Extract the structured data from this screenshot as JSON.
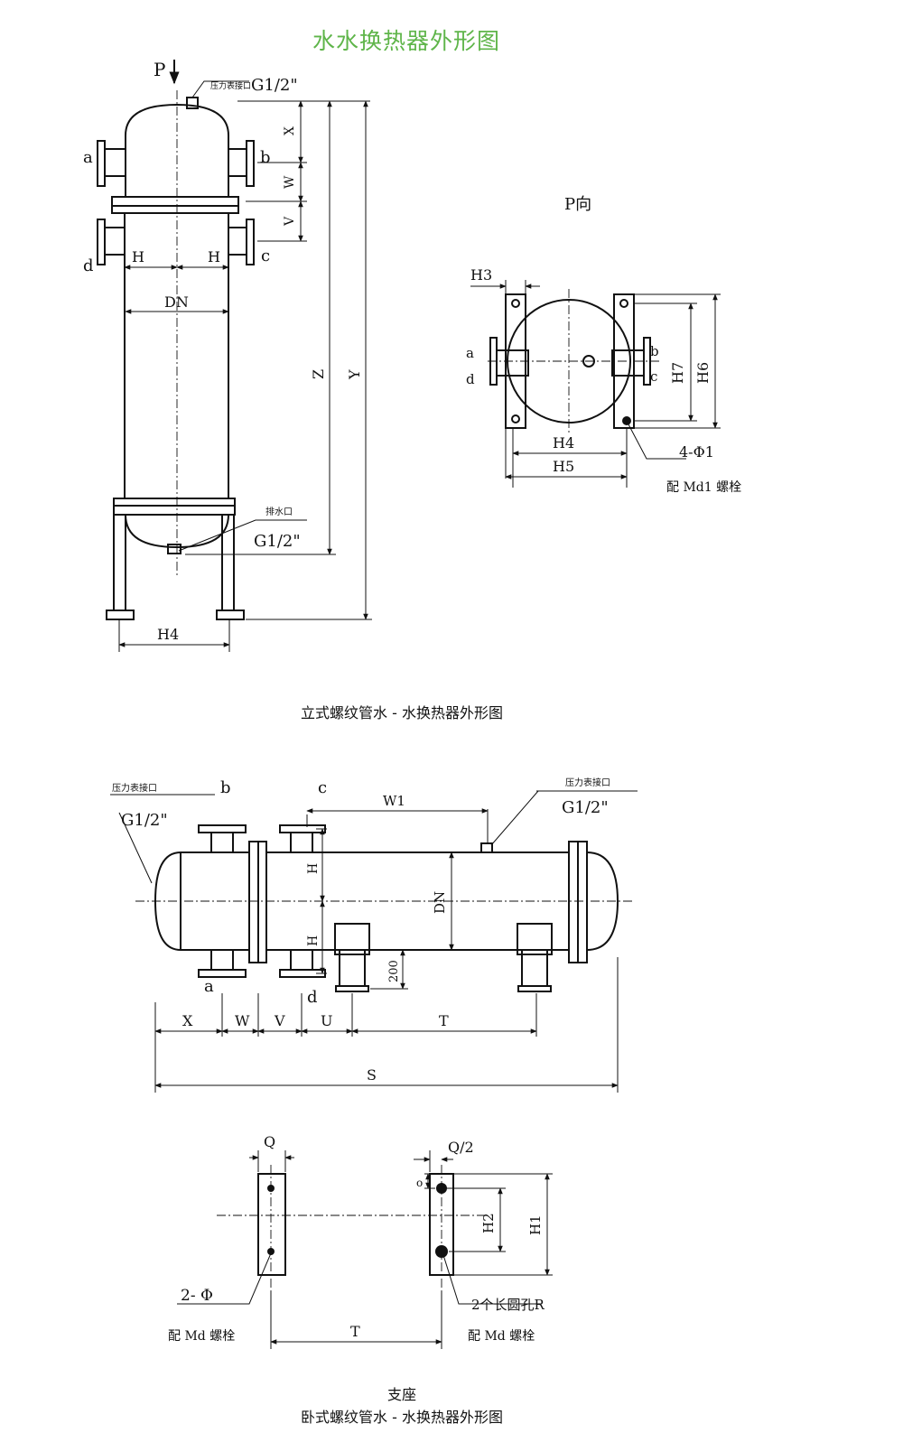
{
  "title": "水水换热器外形图",
  "vertical": {
    "caption": "立式螺纹管水 - 水换热器外形图",
    "labels": {
      "p": "P",
      "gauge_port": "压力表接口",
      "g_top": "G1/2\"",
      "a": "a",
      "b": "b",
      "c": "c",
      "d": "d",
      "x": "X",
      "w": "W",
      "v": "V",
      "h": "H",
      "dn": "DN",
      "z": "Z",
      "y": "Y",
      "drain": "排水口",
      "g_bottom": "G1/2\"",
      "h4": "H4"
    }
  },
  "p_view": {
    "title": "P向",
    "labels": {
      "h3": "H3",
      "h4": "H4",
      "h5": "H5",
      "h6": "H6",
      "h7": "H7",
      "a": "a",
      "b": "b",
      "c": "c",
      "d": "d",
      "holes": "4-Φ1",
      "bolt": "配 Md1 螺栓"
    }
  },
  "horizontal": {
    "caption": "卧式螺纹管水 - 水换热器外形图",
    "labels": {
      "gauge_port_left": "压力表接口",
      "g_left": "G1/2\"",
      "gauge_port_right": "压力表接口",
      "g_right": "G1/2\"",
      "a": "a",
      "b": "b",
      "c": "c",
      "d": "d",
      "w1": "W1",
      "h": "H",
      "dn": "DN",
      "h200": "200",
      "x": "X",
      "w": "W",
      "v": "V",
      "u": "U",
      "t": "T",
      "s": "S"
    }
  },
  "support": {
    "caption": "支座",
    "labels": {
      "q": "Q",
      "q_half": "Q/2",
      "o": "o",
      "h1": "H1",
      "h2": "H2",
      "t": "T",
      "holes_left": "2- Φ",
      "bolt_left": "配 Md 螺栓",
      "holes_right": "2个长圆孔R",
      "bolt_right": "配 Md 螺栓"
    }
  }
}
